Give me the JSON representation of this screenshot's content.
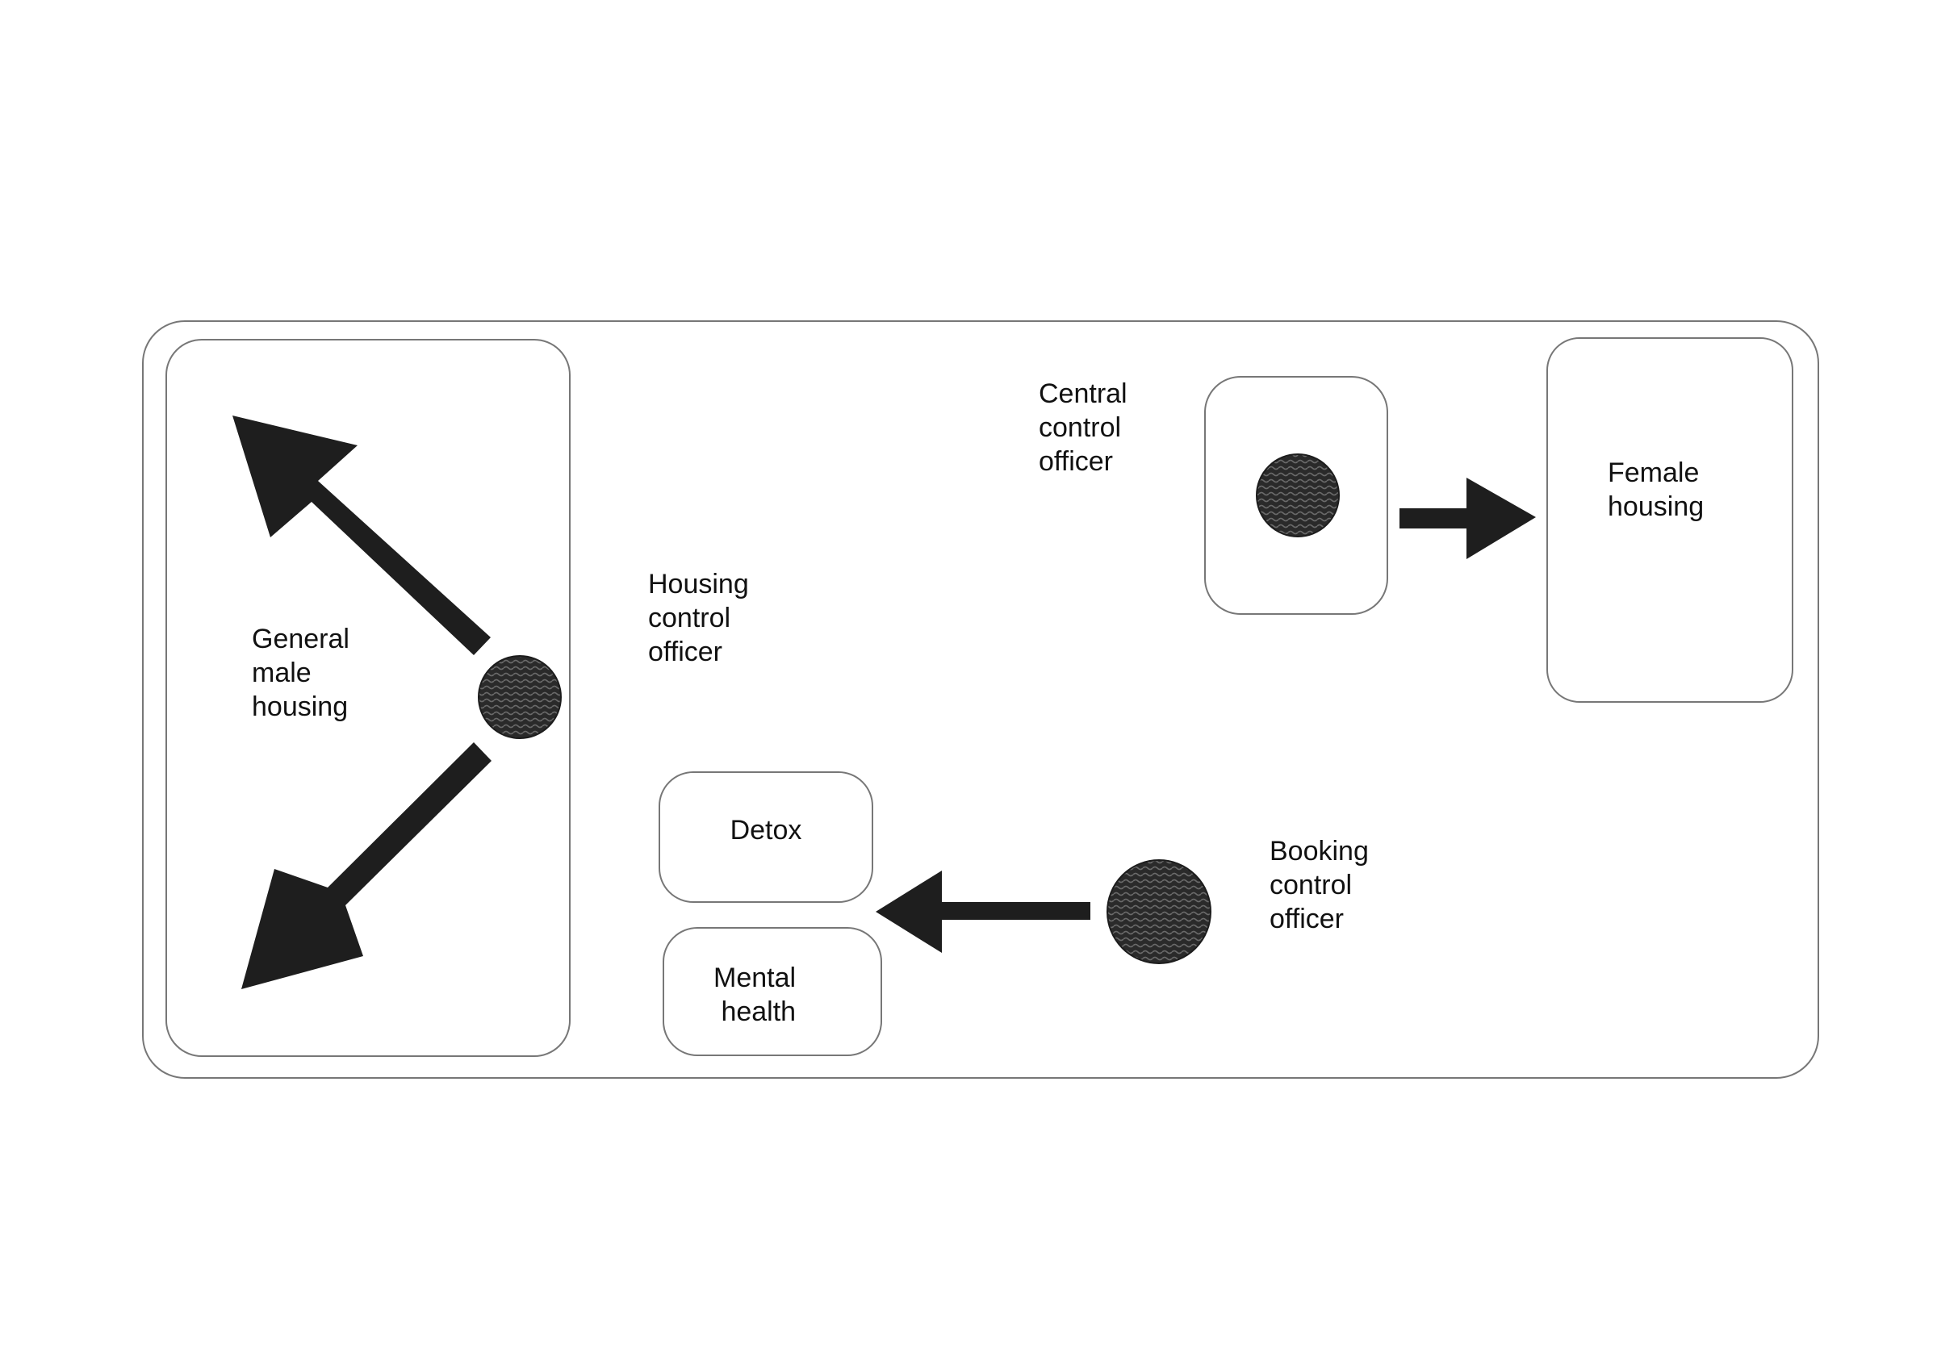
{
  "colors": {
    "background": "#ffffff",
    "outline": "#777777",
    "arrow": "#1e1e1e",
    "officer": "#333333"
  },
  "labels": {
    "general_male_housing": "General\nmale\nhousing",
    "housing_control_officer": "Housing\ncontrol\nofficer",
    "central_control_officer": "Central\ncontrol\nofficer",
    "female_housing": "Female\nhousing",
    "detox": "Detox",
    "mental_health": "Mental\n health",
    "booking_control_officer": "Booking\ncontrol\nofficer"
  },
  "icons": {
    "officer": "officer-dot-icon",
    "arrow": "flow-arrow-icon"
  }
}
